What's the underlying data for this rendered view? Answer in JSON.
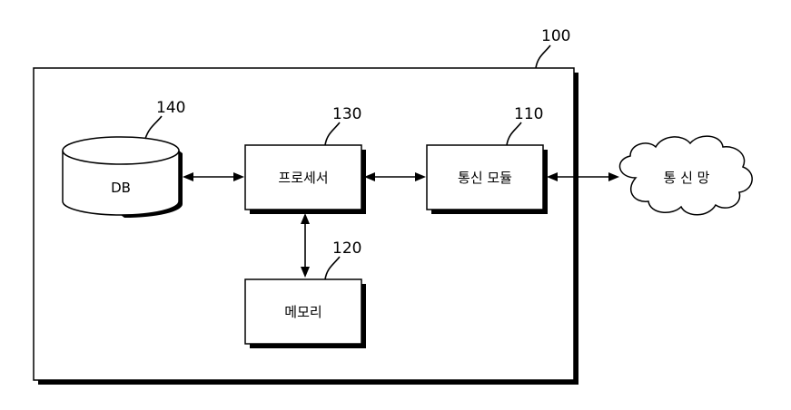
{
  "system": {
    "ref": "100"
  },
  "db": {
    "label": "DB",
    "ref": "140"
  },
  "processor": {
    "label": "프로세서",
    "ref": "130"
  },
  "comm_module": {
    "label": "통신 모듈",
    "ref": "110"
  },
  "memory": {
    "label": "메모리",
    "ref": "120"
  },
  "network": {
    "label": "통 신 망"
  }
}
